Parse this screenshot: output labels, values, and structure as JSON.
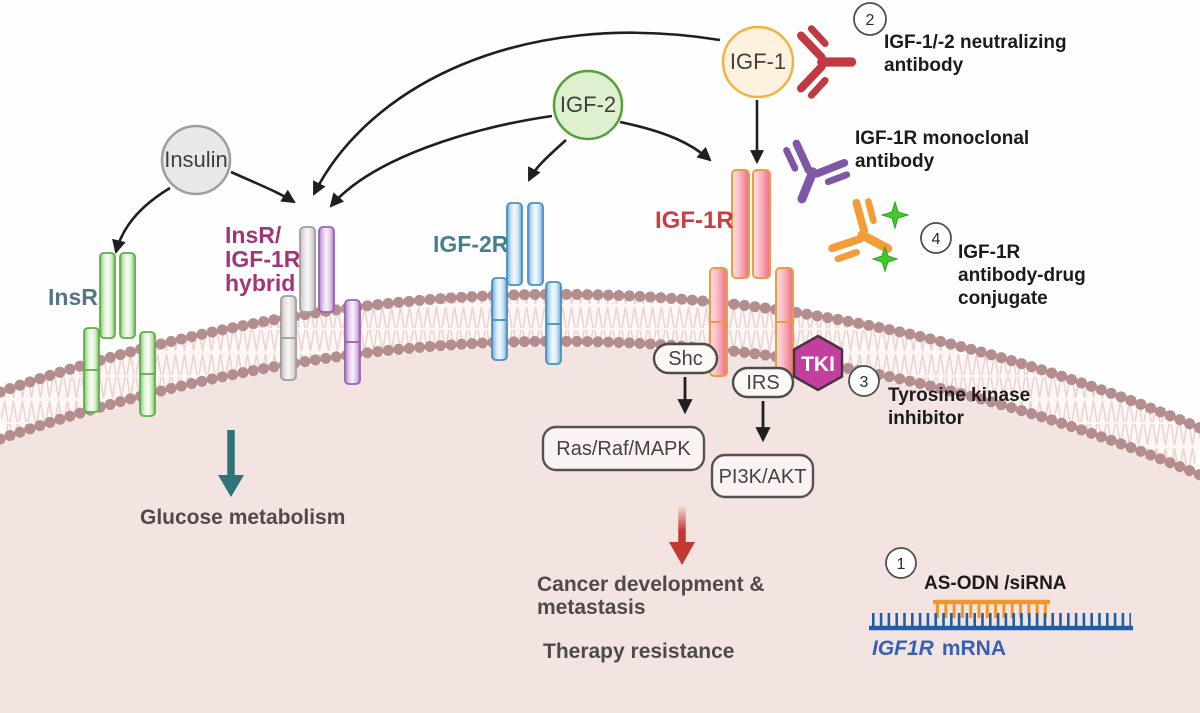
{
  "ligands": {
    "insulin": "Insulin",
    "igf2": "IGF-2",
    "igf1": "IGF-1"
  },
  "receptors": {
    "insr": "InsR",
    "hybrid": {
      "line1": "InsR/",
      "line2": "IGF-1R",
      "line3": "hybrid"
    },
    "igf2r": "IGF-2R",
    "igf1r": "IGF-1R"
  },
  "signaling": {
    "shc": "Shc",
    "irs": "IRS",
    "ras_raf_mapk": "Ras/Raf/MAPK",
    "pi3k_akt": "PI3K/AKT"
  },
  "outcomes": {
    "glucose": "Glucose metabolism",
    "cancer_line1": "Cancer development &",
    "cancer_line2": "metastasis",
    "therapy_resistance": "Therapy resistance"
  },
  "therapies": {
    "as_odn": {
      "number": "1",
      "label": "AS-ODN /siRNA",
      "gene": "IGF1R",
      "suffix": "mRNA"
    },
    "neutralizing_ab": {
      "number": "2",
      "line1": "IGF-1/-2 neutralizing",
      "line2": "antibody"
    },
    "monoclonal_ab": {
      "line1": "IGF-1R monoclonal",
      "line2": "antibody"
    },
    "tki": {
      "number": "3",
      "badge": "TKI",
      "line1": "Tyrosine kinase",
      "line2": "inhibitor"
    },
    "adc": {
      "number": "4",
      "line1": "IGF-1R",
      "line2": "antibody-drug",
      "line3": "conjugate"
    }
  },
  "colors": {
    "cell_interior": "#f3e4e1",
    "membrane_heads": "#b48d8e",
    "insr_label": "#567684",
    "igf2r_label": "#41808f",
    "hybrid_label": "#a23579",
    "igf1r_label": "#cf3d44",
    "mrna_label": "#3860b4",
    "neutralizing_ab_color": "#bf3a41",
    "monoclonal_ab_color": "#7e57a5",
    "adc_ab_color": "#f49d38",
    "adc_drug_star": "#41c92e",
    "tki_badge": "#c33f9e",
    "glucose_arrow": "#2f7277",
    "cancer_arrow": "#c53732",
    "as_odn_strand": "#f0962e",
    "mrna_strand": "#1d5fa8"
  }
}
